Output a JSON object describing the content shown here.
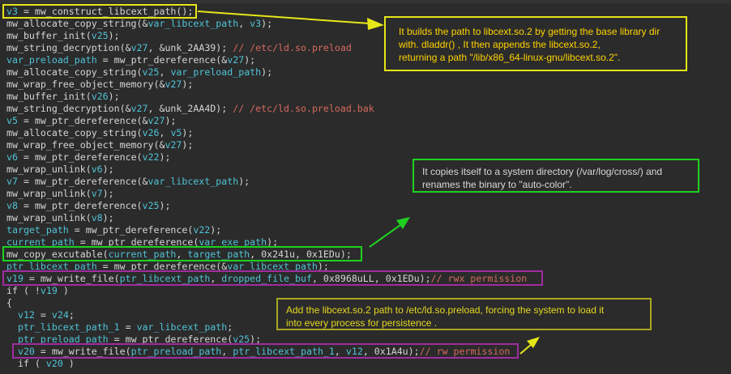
{
  "colors": {
    "background": "#2b2b2b",
    "text": "#d6d6d6",
    "variable": "#4fc3d6",
    "comment": "#d66a5e",
    "yellow": "#e6e619",
    "green": "#1fd11f",
    "purple": "#a02ca0",
    "note_yellow_text": "#ffd400",
    "note_green_text": "#d8d8d8",
    "note_olive_text": "#e6d820"
  },
  "code_lines": [
    [
      [
        "v",
        "v3"
      ],
      [
        "p",
        " = mw_construct_libcext_path();"
      ]
    ],
    [
      [
        "p",
        "mw_allocate_copy_string(&"
      ],
      [
        "v",
        "var_libcext_path"
      ],
      [
        "p",
        ", "
      ],
      [
        "v",
        "v3"
      ],
      [
        "p",
        ");"
      ]
    ],
    [
      [
        "p",
        "mw_buffer_init("
      ],
      [
        "v",
        "v25"
      ],
      [
        "p",
        ");"
      ]
    ],
    [
      [
        "p",
        "mw_string_decryption(&"
      ],
      [
        "v",
        "v27"
      ],
      [
        "p",
        ", &unk_2AA39); "
      ],
      [
        "c",
        "// /etc/ld.so.preload"
      ]
    ],
    [
      [
        "v",
        "var_preload_path"
      ],
      [
        "p",
        " = mw_ptr_dereference(&"
      ],
      [
        "v",
        "v27"
      ],
      [
        "p",
        ");"
      ]
    ],
    [
      [
        "p",
        "mw_allocate_copy_string("
      ],
      [
        "v",
        "v25"
      ],
      [
        "p",
        ", "
      ],
      [
        "v",
        "var_preload_path"
      ],
      [
        "p",
        ");"
      ]
    ],
    [
      [
        "p",
        "mw_wrap_free_object_memory(&"
      ],
      [
        "v",
        "v27"
      ],
      [
        "p",
        ");"
      ]
    ],
    [
      [
        "p",
        "mw_buffer_init("
      ],
      [
        "v",
        "v26"
      ],
      [
        "p",
        ");"
      ]
    ],
    [
      [
        "p",
        "mw_string_decryption(&"
      ],
      [
        "v",
        "v27"
      ],
      [
        "p",
        ", &unk_2AA4D); "
      ],
      [
        "c",
        "// /etc/ld.so.preload.bak"
      ]
    ],
    [
      [
        "v",
        "v5"
      ],
      [
        "p",
        " = mw_ptr_dereference(&"
      ],
      [
        "v",
        "v27"
      ],
      [
        "p",
        ");"
      ]
    ],
    [
      [
        "p",
        "mw_allocate_copy_string("
      ],
      [
        "v",
        "v26"
      ],
      [
        "p",
        ", "
      ],
      [
        "v",
        "v5"
      ],
      [
        "p",
        ");"
      ]
    ],
    [
      [
        "p",
        "mw_wrap_free_object_memory(&"
      ],
      [
        "v",
        "v27"
      ],
      [
        "p",
        ");"
      ]
    ],
    [
      [
        "v",
        "v6"
      ],
      [
        "p",
        " = mw_ptr_dereference("
      ],
      [
        "v",
        "v22"
      ],
      [
        "p",
        ");"
      ]
    ],
    [
      [
        "p",
        "mw_wrap_unlink("
      ],
      [
        "v",
        "v6"
      ],
      [
        "p",
        ");"
      ]
    ],
    [
      [
        "v",
        "v7"
      ],
      [
        "p",
        " = mw_ptr_dereference(&"
      ],
      [
        "v",
        "var_libcext_path"
      ],
      [
        "p",
        ");"
      ]
    ],
    [
      [
        "p",
        "mw_wrap_unlink("
      ],
      [
        "v",
        "v7"
      ],
      [
        "p",
        ");"
      ]
    ],
    [
      [
        "v",
        "v8"
      ],
      [
        "p",
        " = mw_ptr_dereference("
      ],
      [
        "v",
        "v25"
      ],
      [
        "p",
        ");"
      ]
    ],
    [
      [
        "p",
        "mw_wrap_unlink("
      ],
      [
        "v",
        "v8"
      ],
      [
        "p",
        ");"
      ]
    ],
    [
      [
        "v",
        "target_path"
      ],
      [
        "p",
        " = mw_ptr_dereference("
      ],
      [
        "v",
        "v22"
      ],
      [
        "p",
        ");"
      ]
    ],
    [
      [
        "v",
        "current_path"
      ],
      [
        "p",
        " = mw_ptr_dereference("
      ],
      [
        "v",
        "var_exe_path"
      ],
      [
        "p",
        ");"
      ]
    ],
    [
      [
        "p",
        "mw_copy_excutable("
      ],
      [
        "v",
        "current_path"
      ],
      [
        "p",
        ", "
      ],
      [
        "v",
        "target_path"
      ],
      [
        "p",
        ", 0x241u, 0x1EDu);"
      ]
    ],
    [
      [
        "v",
        "ptr_libcext_path"
      ],
      [
        "p",
        " = mw_ptr_dereference(&"
      ],
      [
        "v",
        "var_libcext_path"
      ],
      [
        "p",
        ");"
      ]
    ],
    [
      [
        "v",
        "v19"
      ],
      [
        "p",
        " = mw_write_file("
      ],
      [
        "v",
        "ptr_libcext_path"
      ],
      [
        "p",
        ", "
      ],
      [
        "v",
        "dropped_file_buf"
      ],
      [
        "p",
        ", 0x8968uLL, 0x1EDu);"
      ],
      [
        "c",
        "// rwx permission"
      ]
    ],
    [
      [
        "p",
        "if ( !"
      ],
      [
        "v",
        "v19"
      ],
      [
        "p",
        " )"
      ]
    ],
    [
      [
        "p",
        "{"
      ]
    ],
    [
      [
        "p",
        "  "
      ],
      [
        "v",
        "v12"
      ],
      [
        "p",
        " = "
      ],
      [
        "v",
        "v24"
      ],
      [
        "p",
        ";"
      ]
    ],
    [
      [
        "p",
        "  "
      ],
      [
        "v",
        "ptr_libcext_path_1"
      ],
      [
        "p",
        " = "
      ],
      [
        "v",
        "var_libcext_path"
      ],
      [
        "p",
        ";"
      ]
    ],
    [
      [
        "p",
        "  "
      ],
      [
        "v",
        "ptr_preload_path"
      ],
      [
        "p",
        " = mw_ptr_dereference("
      ],
      [
        "v",
        "v25"
      ],
      [
        "p",
        ");"
      ]
    ],
    [
      [
        "p",
        "  "
      ],
      [
        "v",
        "v20"
      ],
      [
        "p",
        " = mw_write_file("
      ],
      [
        "v",
        "ptr_preload_path"
      ],
      [
        "p",
        ", "
      ],
      [
        "v",
        "ptr_libcext_path_1"
      ],
      [
        "p",
        ", "
      ],
      [
        "v",
        "v12"
      ],
      [
        "p",
        ", 0x1A4u);"
      ],
      [
        "c",
        "// rw permission"
      ]
    ],
    [
      [
        "p",
        "  if ( "
      ],
      [
        "v",
        "v20"
      ],
      [
        "p",
        " )"
      ]
    ]
  ],
  "annotations": {
    "libcext_note": [
      "It builds the path to  libcext.so.2 by getting the base library dir",
      "with. dladdr() , It then appends the  libcext.so.2,",
      "returning a path \"/lib/x86_64-linux-gnu/libcext.so.2\"."
    ],
    "copy_note": [
      "It copies itself to a system directory (/var/log/cross/) and",
      "renames the binary to \"auto-color\"."
    ],
    "preload_note": [
      "Add the libcext.so.2 path to /etc/ld.so.preload, forcing the system to load it",
      "into every process for persistence ."
    ]
  }
}
